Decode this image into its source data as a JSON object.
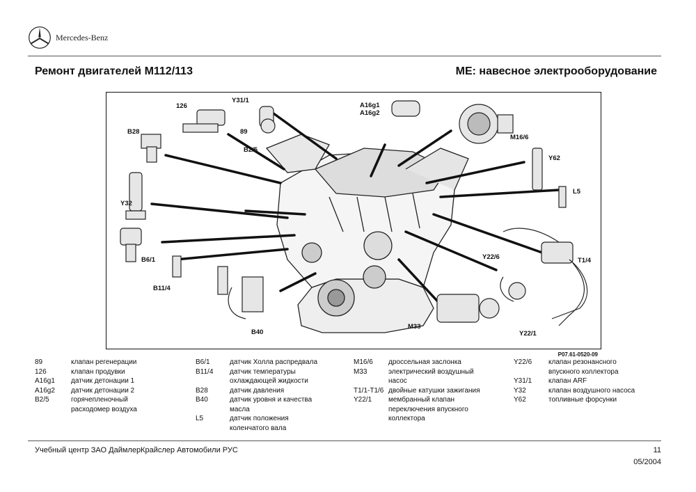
{
  "brand": {
    "name": "Mercedes-Benz",
    "logo_icon": "three-pointed-star-icon"
  },
  "header": {
    "title_left": "Ремонт двигателей M112/113",
    "title_right": "ME: навесное электрооборудование"
  },
  "figure": {
    "code": "P07.61-0520-09",
    "callouts": {
      "y31_1": "Y31/1",
      "n126": "126",
      "n89": "89",
      "b28": "B28",
      "b2_5": "B2/5",
      "a16g1": "A16g1",
      "a16g2": "A16g2",
      "m16_6": "M16/6",
      "y62": "Y62",
      "l5": "L5",
      "y32": "Y32",
      "t1_4": "T1/4",
      "b6_1": "B6/1",
      "y22_6": "Y22/6",
      "b11_4": "B11/4",
      "b40": "B40",
      "m33": "M33",
      "y22_1": "Y22/1"
    }
  },
  "legend": {
    "col1": [
      {
        "code": "89",
        "desc": "клапан регенерации"
      },
      {
        "code": "126",
        "desc": "клапан продувки"
      },
      {
        "code": "A16g1",
        "desc": "датчик детонации 1"
      },
      {
        "code": "A16g2",
        "desc": "датчик детонации 2"
      },
      {
        "code": "B2/5",
        "desc": "горячепленочный",
        "desc2": "расходомер воздуха"
      }
    ],
    "col2": [
      {
        "code": "B6/1",
        "desc": "датчик Холла распредвала"
      },
      {
        "code": "B11/4",
        "desc": "датчик температуры",
        "desc2": "охлаждающей жидкости"
      },
      {
        "code": "B28",
        "desc": "датчик давления"
      },
      {
        "code": "B40",
        "desc": "датчик уровня и качества",
        "desc2": "масла"
      },
      {
        "code": "L5",
        "desc": "датчик положения",
        "desc2": "коленчатого вала"
      }
    ],
    "col3": [
      {
        "code": "M16/6",
        "desc": "дроссельная заслонка"
      },
      {
        "code": "M33",
        "desc": "электрический воздушный",
        "desc2": "насос"
      },
      {
        "code": "T1/1-T1/6",
        "desc": "двойные катушки зажигания"
      },
      {
        "code": "Y22/1",
        "desc": "мембранный клапан",
        "desc2": "переключения впускного",
        "desc3": "коллектора"
      }
    ],
    "col4": [
      {
        "code": "Y22/6",
        "desc": "клапан резонансного",
        "desc2": "впускного коллектора"
      },
      {
        "code": "Y31/1",
        "desc": "клапан ARF"
      },
      {
        "code": "Y32",
        "desc": "клапан воздушного насоса"
      },
      {
        "code": "Y62",
        "desc": "топливные форсунки"
      }
    ]
  },
  "footer": {
    "left": "Учебный центр ЗАО ДаймлерКрайслер Автомобили РУС",
    "page": "11",
    "date": "05/2004"
  }
}
